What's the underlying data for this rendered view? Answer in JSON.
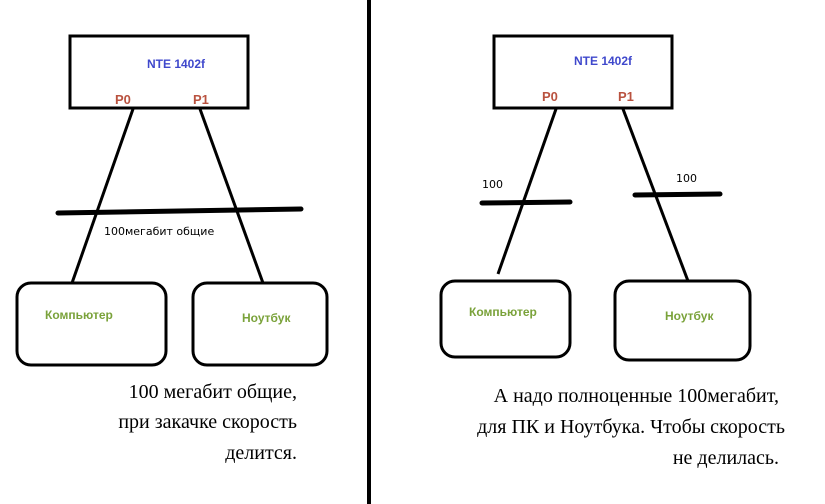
{
  "colors": {
    "device": "#3f48cc",
    "port": "#b9523f",
    "endpoint": "#7aa23a"
  },
  "left": {
    "device_label": "NTE 1402f",
    "port0": "P0",
    "port1": "P1",
    "link_label": "100мегабит общие",
    "computer": "Компьютер",
    "laptop": "Ноутбук",
    "caption": [
      "100 мегабит общие,",
      "при закачке скорость",
      "делится."
    ]
  },
  "right": {
    "device_label": "NTE 1402f",
    "port0": "P0",
    "port1": "P1",
    "link0_label": "100",
    "link1_label": "100",
    "computer": "Компьютер",
    "laptop": "Ноутбук",
    "caption": [
      "А надо полноценные 100мегабит,",
      "для ПК и Ноутбука. Чтобы скорость",
      "не делилась."
    ]
  }
}
